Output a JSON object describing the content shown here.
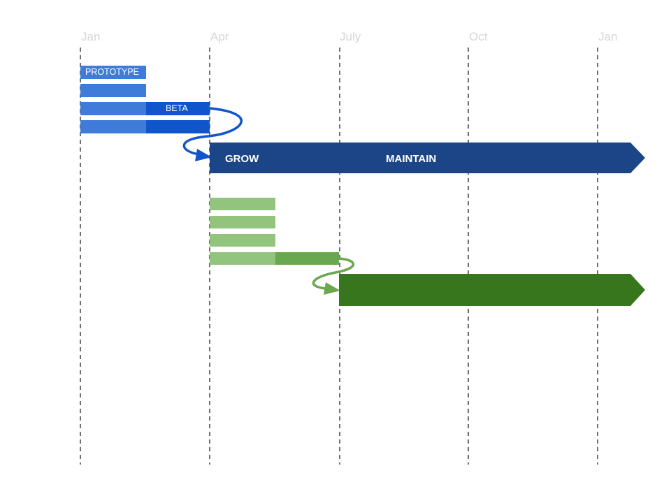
{
  "months": [
    "Jan",
    "Apr",
    "July",
    "Oct",
    "Jan"
  ],
  "blue_track": {
    "prototype_label": "PROTOTYPE",
    "beta_label": "BETA",
    "grow_label": "GROW",
    "maintain_label": "MAINTAIN"
  },
  "colors": {
    "grid": "#707070",
    "month_text": "#d6d6d6",
    "blue_light": "#3f7cd9",
    "blue_dark": "#1155cc",
    "blue_main": "#1c4587",
    "green_light": "#93c47d",
    "green_mid": "#6aa84f",
    "green_main": "#38761d"
  }
}
